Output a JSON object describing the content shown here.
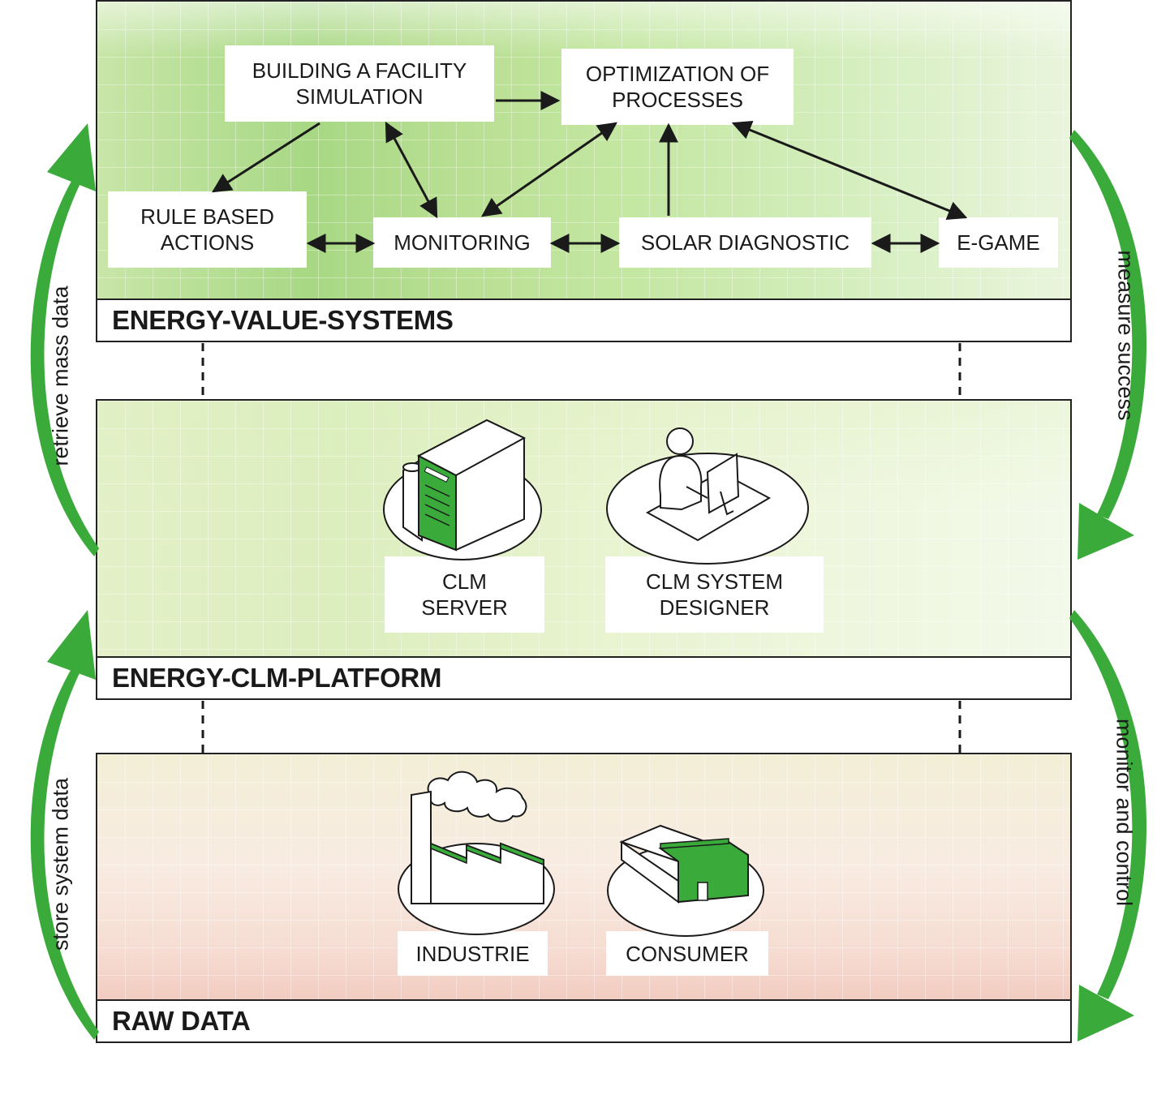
{
  "colors": {
    "accent_green": "#3aaa3a",
    "ink": "#1a1a1a",
    "panel_border": "#222222"
  },
  "layers": {
    "top": {
      "title": "ENERGY-VALUE-SYSTEMS",
      "nodes": {
        "building": "BUILDING A FACILITY\nSIMULATION",
        "optimization": "OPTIMIZATION OF\nPROCESSES",
        "rule": "RULE BASED\nACTIONS",
        "monitoring": "MONITORING",
        "solar": "SOLAR DIAGNOSTIC",
        "egame": "E-GAME"
      }
    },
    "middle": {
      "title": "ENERGY-CLM-PLATFORM",
      "items": {
        "server": {
          "label": "CLM\nSERVER",
          "icon": "server-icon"
        },
        "designer": {
          "label": "CLM SYSTEM\nDESIGNER",
          "icon": "workstation-icon"
        }
      }
    },
    "bottom": {
      "title": "RAW DATA",
      "items": {
        "industrie": {
          "label": "INDUSTRIE",
          "icon": "factory-icon"
        },
        "consumer": {
          "label": "CONSUMER",
          "icon": "building-icon"
        }
      }
    }
  },
  "side_labels": {
    "retrieve": "retrieve mass data",
    "store": "store system data",
    "measure": "measure success",
    "monitor_control": "monitor and control"
  }
}
